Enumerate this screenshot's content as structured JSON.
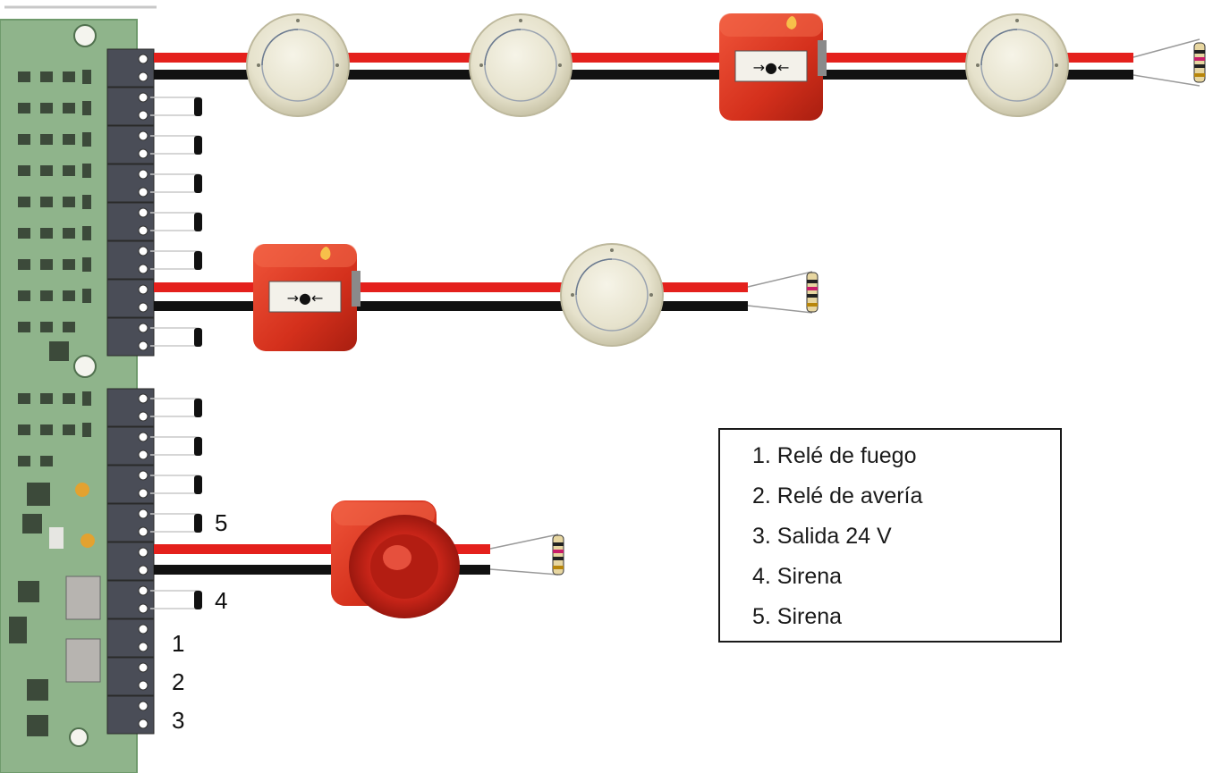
{
  "terminal_labels": {
    "five": "5",
    "four": "4",
    "one": "1",
    "two": "2",
    "three": "3"
  },
  "legend": {
    "items": [
      "1. Relé de fuego",
      "2. Relé de avería",
      "3. Salida 24 V",
      "4. Sirena",
      "5. Sirena"
    ]
  },
  "colors": {
    "pcb_green": "#8fb48b",
    "wire_red": "#e4201c",
    "wire_black": "#111111",
    "device_red": "#d8321e",
    "detector_cream": "#ebe8d6"
  },
  "icons": {
    "smoke_detector": "smoke-detector-icon",
    "call_point": "manual-call-point-icon",
    "siren": "siren-icon",
    "resistor": "end-of-line-resistor-icon",
    "diode": "diode-icon"
  }
}
